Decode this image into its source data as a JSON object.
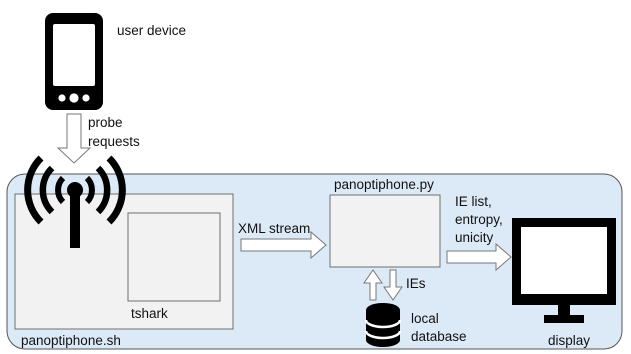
{
  "labels": {
    "user_device": "user device",
    "probe_requests_line1": "probe",
    "probe_requests_line2": "requests",
    "panoptiphone_py": "panoptiphone.py",
    "xml_stream": "XML stream",
    "ie_list_line1": "IE list,",
    "ie_list_line2": "entropy,",
    "ie_list_line3": "unicity",
    "tshark": "tshark",
    "panoptiphone_sh": "panoptiphone.sh",
    "ies": "IEs",
    "local_line1": "local",
    "local_line2": "database",
    "display": "display"
  },
  "icons": {
    "phone": "smartphone-icon",
    "antenna": "wifi-antenna-icon",
    "database": "database-icon",
    "monitor": "monitor-icon"
  },
  "colors": {
    "background_panel": "#dce9f7",
    "panel_border": "#555555",
    "box_fill": "#f2f2f2",
    "box_border": "#6e6e6e",
    "icon_black": "#000000",
    "arrow_fill": "#ffffff",
    "arrow_stroke": "#777777"
  }
}
